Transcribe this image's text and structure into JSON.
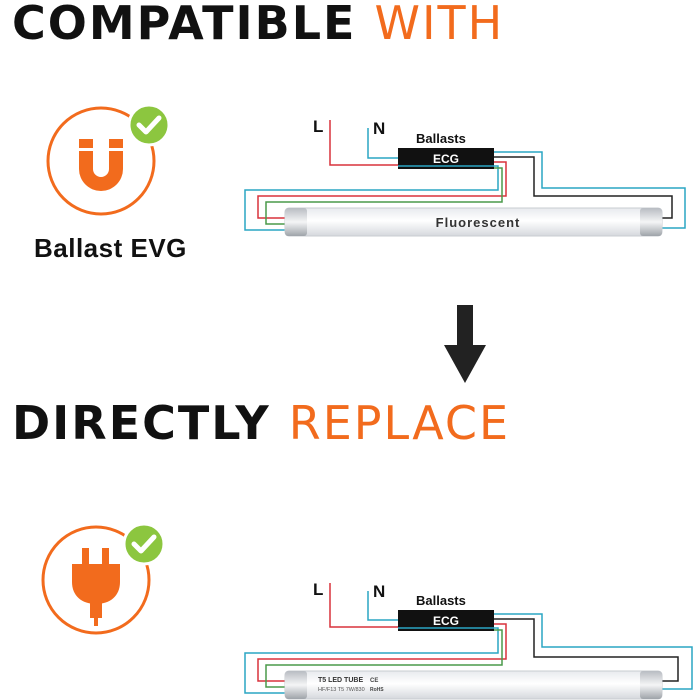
{
  "section1": {
    "title_dark": "COMPATIBLE",
    "title_accent": "WITH",
    "badge_label": "Ballast EVG",
    "diagram": {
      "l_label": "L",
      "n_label": "N",
      "ballasts_label": "Ballasts",
      "box_label": "ECG",
      "tube_label": "Fluorescent"
    }
  },
  "section2": {
    "title_dark": "DIRECTLY",
    "title_accent": "REPLACE",
    "diagram": {
      "l_label": "L",
      "n_label": "N",
      "ballasts_label": "Ballasts",
      "box_label": "ECG",
      "tube_label": "T5 LED TUBE",
      "tube_sublabel": "HF/F13 T5 7W/830",
      "tube_marks": "CE",
      "tube_marks2": "RoHS"
    }
  },
  "icons": {
    "badge1_icon": "u-magnet-icon",
    "badge2_icon": "plug-icon",
    "check_icon": "check-icon",
    "arrow_icon": "arrow-down-icon"
  },
  "colors": {
    "accent": "#f26b1d",
    "dark": "#111111",
    "check_green": "#8cc63f",
    "wire_red": "#d9323c",
    "wire_blue": "#2aa6c4",
    "wire_black": "#222222"
  }
}
